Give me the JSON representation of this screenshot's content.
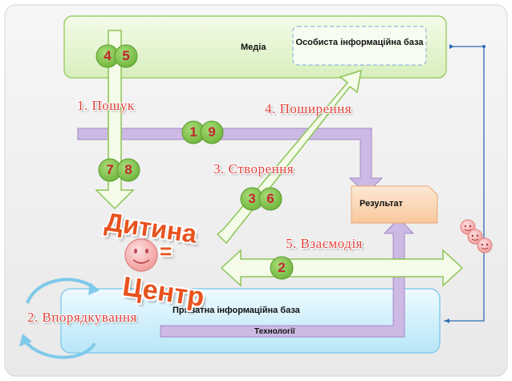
{
  "boxes": {
    "media": "Медіа",
    "personal_base": "Особиста інформаційна база",
    "result": "Результат",
    "private_base": "Приватна інформаційна база",
    "technologies": "Технології"
  },
  "steps": {
    "search": "1. Пошук",
    "ordering": "2. Впорядкування",
    "creation": "3. Створення",
    "distribution": "4. Поширення",
    "interaction": "5. Взаємодія"
  },
  "center": {
    "word_top": "Дитина",
    "equals": "=",
    "word_bottom": "Центр"
  },
  "badges": {
    "b4": "4",
    "b5": "5",
    "b1": "1",
    "b9": "9",
    "b7": "7",
    "b8": "8",
    "b3": "3",
    "b6": "6",
    "b2": "2"
  },
  "colors": {
    "green_fill": "#dff2c8",
    "green_stroke": "#8dc456",
    "badge_green": "#7cc446",
    "badge_text": "#c0272d",
    "purple": "#c9b6de",
    "purple_stroke": "#9b82c0",
    "result_fill": "#fbd7b7",
    "blue_fill": "#cdeffa",
    "blue_stroke": "#7fc9ea",
    "blue_line": "#2f6db6",
    "title_red": "#e0413a",
    "center_orange": "#e8521e"
  }
}
